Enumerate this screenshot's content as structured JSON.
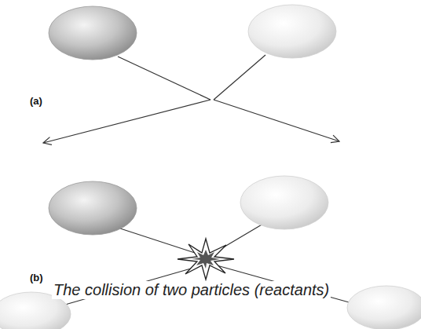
{
  "diagram": {
    "caption": "The collision of two particles (reactants)",
    "labels": [
      "(a)",
      "(b)"
    ]
  }
}
